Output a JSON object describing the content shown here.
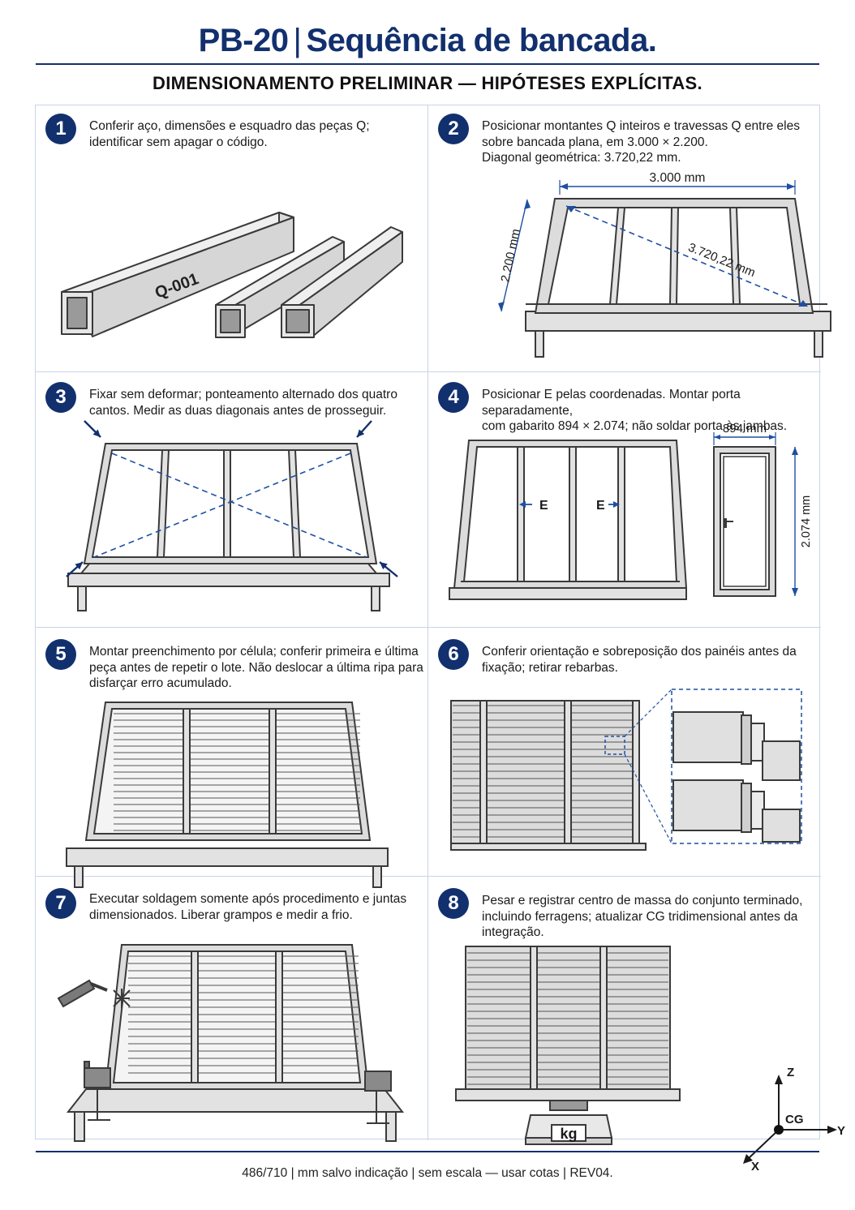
{
  "header": {
    "code": "PB-20",
    "separator": "|",
    "title": "Sequência de bancada.",
    "subtitle": "DIMENSIONAMENTO PRELIMINAR — HIPÓTESES EXPLÍCITAS."
  },
  "steps": [
    {
      "number": "1",
      "lines": [
        "Conferir aço, dimensões e esquadro das peças Q;",
        "identificar sem apagar o código."
      ],
      "part_label": "Q-001"
    },
    {
      "number": "2",
      "lines": [
        "Posicionar montantes Q inteiros e travessas Q entre eles",
        "sobre bancada plana, em 3.000 × 2.200.",
        "Diagonal geométrica: 3.720,22 mm."
      ],
      "dim_width": "3.000 mm",
      "dim_height": "2.200 mm",
      "dim_diagonal": "3.720,22 mm"
    },
    {
      "number": "3",
      "lines": [
        "Fixar sem deformar; ponteamento alternado dos quatro",
        "cantos. Medir as duas diagonais antes de prosseguir."
      ]
    },
    {
      "number": "4",
      "lines": [
        "Posicionar E pelas coordenadas. Montar porta separadamente,",
        "com gabarito 894 × 2.074; não soldar porta às jambas."
      ],
      "label_e1": "E",
      "label_e2": "E",
      "door_width": "894 mm",
      "door_height": "2.074 mm"
    },
    {
      "number": "5",
      "lines": [
        "Montar preenchimento por célula; conferir primeira e última",
        "peça antes de repetir o lote. Não deslocar a última ripa para",
        "disfarçar erro acumulado."
      ]
    },
    {
      "number": "6",
      "lines": [
        "Conferir orientação e sobreposição dos painéis antes da",
        "fixação; retirar rebarbas."
      ]
    },
    {
      "number": "7",
      "lines": [
        "Executar soldagem somente após procedimento e juntas",
        "dimensionados. Liberar grampos e medir a frio."
      ]
    },
    {
      "number": "8",
      "lines": [
        "Pesar e registrar centro de massa do conjunto terminado,",
        "incluindo ferragens; atualizar CG tridimensional antes da",
        "integração."
      ],
      "scale_label": "kg",
      "axis_z": "Z",
      "axis_y": "Y",
      "axis_x": "X",
      "cg_label": "CG"
    }
  ],
  "footer": {
    "text": "486/710 | mm salvo indicação | sem escala — usar cotas | REV04."
  },
  "colors": {
    "navy": "#12306e",
    "steel": "#d5d5d5",
    "outline": "#3a3a3a",
    "dim_blue": "#1f4fa0",
    "grid_line": "#c9d4e6"
  }
}
